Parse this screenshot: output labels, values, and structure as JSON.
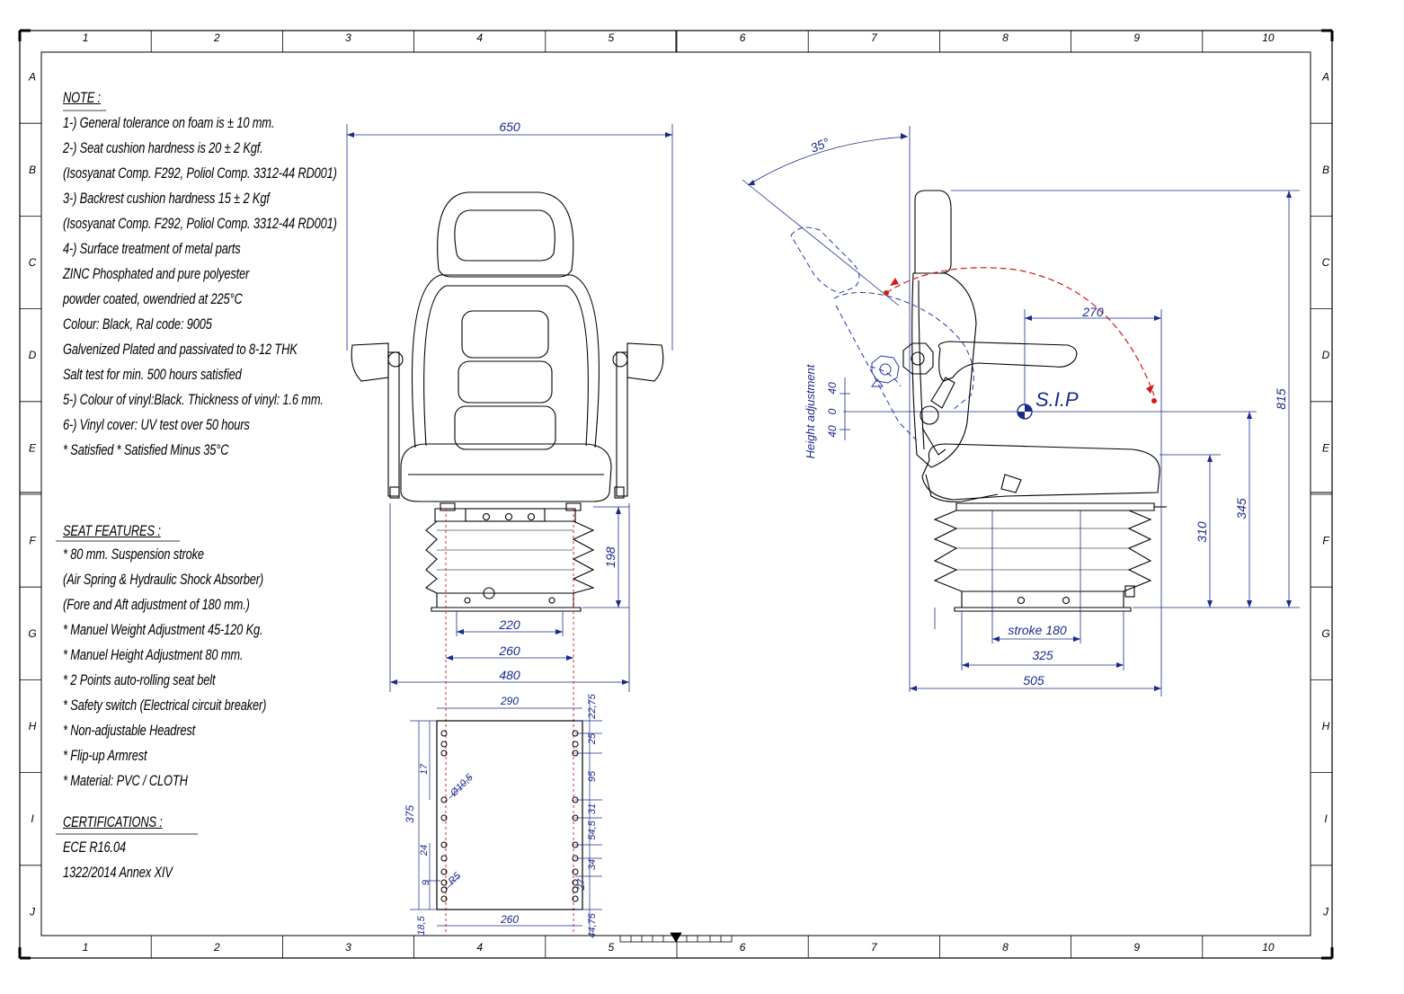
{
  "grid": {
    "columns": [
      "1",
      "2",
      "3",
      "4",
      "5",
      "6",
      "7",
      "8",
      "9",
      "10"
    ],
    "rows": [
      "A",
      "B",
      "C",
      "D",
      "E",
      "F",
      "G",
      "H",
      "I",
      "J"
    ]
  },
  "notes": {
    "title": "NOTE :",
    "lines": [
      "1-) General tolerance on foam is ± 10 mm.",
      "2-) Seat cushion hardness is 20 ± 2 Kgf.",
      "(Isosyanat Comp. F292, Poliol Comp. 3312-44 RD001)",
      "3-) Backrest cushion hardness 15 ± 2 Kgf",
      "(Isosyanat Comp. F292, Poliol Comp. 3312-44 RD001)",
      "4-) Surface treatment of metal parts",
      "ZINC Phosphated and pure polyester",
      "powder coated, owendried at 225°C",
      " Colour: Black, Ral code: 9005",
      " Galvenized Plated and passivated to 8-12 THK",
      " Salt test for min. 500 hours satisfied",
      " 5-) Colour of vinyl:Black. Thickness of vinyl: 1.6 mm.",
      " 6-) Vinyl cover: UV test over 50 hours",
      "  * Satisfied  * Satisfied Minus 35°C"
    ]
  },
  "features": {
    "title": "SEAT FEATURES :",
    "lines": [
      " * 80 mm. Suspension stroke",
      " (Air Spring & Hydraulic Shock Absorber)",
      " (Fore and Aft adjustment of 180 mm.)",
      " * Manuel Weight Adjustment 45-120 Kg.",
      " * Manuel Height Adjustment 80 mm.",
      " * 2 Points auto-rolling seat belt",
      " * Safety switch (Electrical circuit breaker)",
      " * Non-adjustable Headrest",
      " * Flip-up Armrest",
      " * Material: PVC / CLOTH"
    ]
  },
  "certifications": {
    "title": "CERTIFICATIONS :",
    "lines": [
      "ECE R16.04",
      "1322/2014 Annex XIV"
    ]
  },
  "front_view": {
    "dims": {
      "width_top": "650",
      "susp_height": "198",
      "d220": "220",
      "d260": "260",
      "d480": "480"
    }
  },
  "base_plate": {
    "dims": {
      "w290": "290",
      "w260": "260",
      "h375": "375",
      "d17": "17",
      "d24": "24",
      "d9": "9",
      "d18_5": "18,5",
      "hole": "Ø10,5",
      "r5": "R5",
      "r22_75": "22,75",
      "r25": "25",
      "r95": "95",
      "r31": "31",
      "r54_5": "54,5",
      "r34": "34",
      "r27": "27",
      "r44_75": "44,75"
    }
  },
  "side_view": {
    "angle": "35°",
    "sip": "S.I.P",
    "height_adj_label": "Height adjustment",
    "h40a": "40",
    "h0": "0",
    "h40b": "40",
    "d270": "270",
    "d815": "815",
    "d345": "345",
    "d310": "310",
    "stroke": "stroke 180",
    "d325": "325",
    "d505": "505"
  },
  "colors": {
    "ink": "#000000",
    "dim": "#1a2a8c",
    "red": "#d41a1a",
    "hidden": "#2a3aa8"
  }
}
